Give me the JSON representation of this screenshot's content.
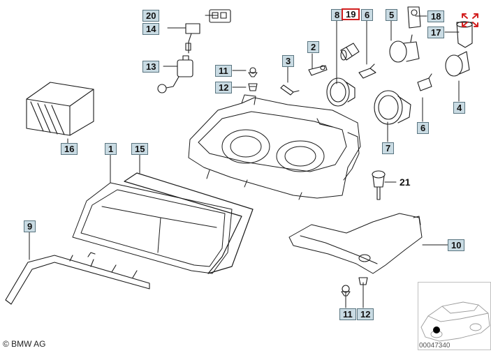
{
  "callouts": {
    "c20": "20",
    "c14": "14",
    "c13": "13",
    "c16": "16",
    "c11a": "11",
    "c12a": "12",
    "c3": "3",
    "c2": "2",
    "c8": "8",
    "c19": "19",
    "c6a": "6",
    "c5": "5",
    "c18": "18",
    "c17": "17",
    "c4": "4",
    "c6b": "6",
    "c7": "7",
    "c21": "21",
    "c1": "1",
    "c15": "15",
    "c9": "9",
    "c10": "10",
    "c11b": "11",
    "c12b": "12"
  },
  "highlighted_part": "19",
  "footer": {
    "copyright": "© BMW AG",
    "diagram_id": "00047340"
  },
  "icons": {
    "expand": "expand-arrows-icon",
    "car": "car-silhouette-icon"
  },
  "colors": {
    "callout_fill": "#c9dbe3",
    "callout_border": "#5a7580",
    "highlight": "#d21f1f",
    "line": "#1a1a1a"
  }
}
